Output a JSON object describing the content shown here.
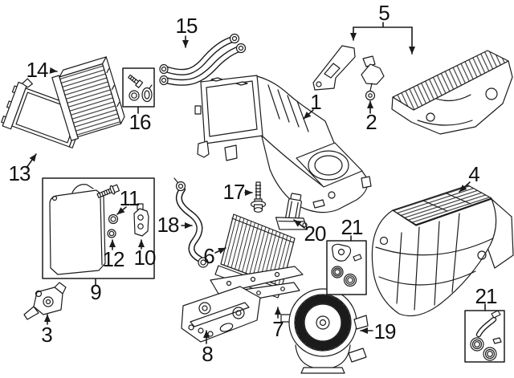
{
  "diagram": {
    "type": "exploded-parts-diagram",
    "background_color": "#ffffff",
    "line_color": "#1b1b1b",
    "callouts": {
      "c1": {
        "label": "1",
        "part": "hvac-housing-upper"
      },
      "c2": {
        "label": "2",
        "part": "mounting-bracket-small"
      },
      "c3": {
        "label": "3",
        "part": "bracket-actuator"
      },
      "c4": {
        "label": "4",
        "part": "hvac-housing-lower"
      },
      "c5": {
        "label": "5",
        "part": "bracket-and-cowl-cover"
      },
      "c6": {
        "label": "6",
        "part": "cabin-air-filter"
      },
      "c7": {
        "label": "7",
        "part": "filter-cover-strip"
      },
      "c8": {
        "label": "8",
        "part": "mounting-plate"
      },
      "c9": {
        "label": "9",
        "part": "evaporator-kit-box"
      },
      "c10": {
        "label": "10",
        "part": "expansion-valve"
      },
      "c11": {
        "label": "11",
        "part": "o-ring-upper"
      },
      "c12": {
        "label": "12",
        "part": "o-ring-lower"
      },
      "c13": {
        "label": "13",
        "part": "heater-core-flat"
      },
      "c14": {
        "label": "14",
        "part": "heater-core-finned"
      },
      "c15": {
        "label": "15",
        "part": "heater-hose-pair"
      },
      "c16": {
        "label": "16",
        "part": "seal-kit-box"
      },
      "c17": {
        "label": "17",
        "part": "bolt"
      },
      "c18": {
        "label": "18",
        "part": "refrigerant-pipe"
      },
      "c19": {
        "label": "19",
        "part": "blower-motor"
      },
      "c20": {
        "label": "20",
        "part": "sensor"
      },
      "c21a": {
        "label": "21",
        "part": "grommet-kit-box"
      },
      "c21b": {
        "label": "21",
        "part": "grommet-kit-box"
      }
    }
  }
}
